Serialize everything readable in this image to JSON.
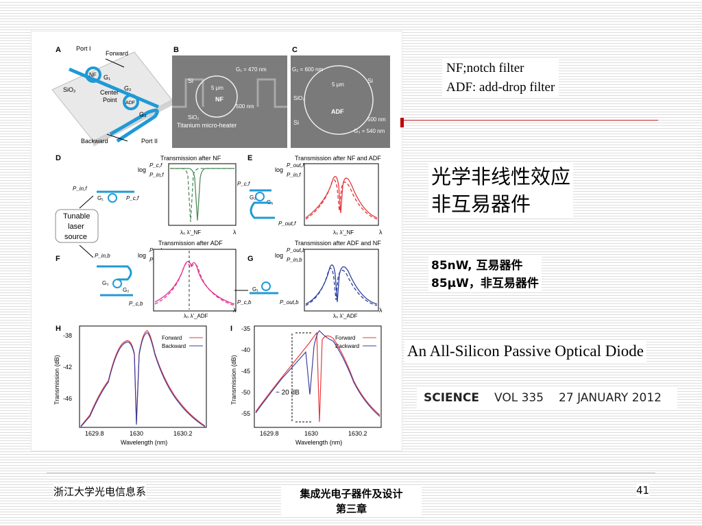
{
  "notes": {
    "line1": "NF;notch filter",
    "line2": "ADF: add-drop filter"
  },
  "heading": {
    "line1": "光学非线性效应",
    "line2": "非互易器件"
  },
  "facts": {
    "line1": "85nW, 互易器件",
    "line2": "85μW，非互易器件"
  },
  "paper": {
    "title": "An All-Silicon Passive Optical Diode",
    "journal": "SCIENCE",
    "volume": "VOL 335",
    "date": "27 JANUARY 2012"
  },
  "footer": {
    "left": "浙江大学光电信息系",
    "center1": "集成光电子器件及设计",
    "center2": "第三章",
    "page": "41"
  },
  "figure": {
    "A": {
      "panel": "A",
      "port1": "Port I",
      "port2": "Port II",
      "forward": "Forward",
      "backward": "Backward",
      "sio2": "SiO₂",
      "center1": "Center",
      "center2": "Point",
      "nf": "NF",
      "adf": "ADF",
      "g1": "G₁",
      "g2": "G₂",
      "g3": "G₃"
    },
    "B": {
      "panel": "B",
      "si": "Si",
      "g1": "G₁ = 470 nm",
      "um": "5 μm",
      "nf": "NF",
      "nm": "500 nm",
      "sio2": "SiO₂",
      "heater": "Titanium micro-heater"
    },
    "C": {
      "panel": "C",
      "g2": "G₂ = 600 nm",
      "si": "Si",
      "um": "5 μm",
      "sio2": "SiO₂",
      "adf": "ADF",
      "nm": "500 nm",
      "g3": "G₃ = 540 nm"
    },
    "D": {
      "panel": "D",
      "title": "Transmission after NF",
      "log": "log",
      "num": "P_c,f",
      "den": "P_in,f",
      "pin": "P_in,f",
      "pc": "P_c,f",
      "g1": "G₁",
      "lam": "λ",
      "l0": "λ₀ λ'_NF"
    },
    "E": {
      "panel": "E",
      "title": "Transmission after NF and ADF",
      "log": "log",
      "num": "P_out,f",
      "den": "P_in,f",
      "pc": "P_c,f",
      "g2": "G₂",
      "g3": "G₃",
      "pout": "P_out,f",
      "lam": "λ",
      "l0": "λ₀ λ'_NF"
    },
    "F": {
      "panel": "F",
      "title": "Transmission after ADF",
      "log": "log",
      "num": "P_c,b",
      "den": "P_in,b",
      "pin": "P_in,b",
      "g3": "G₃",
      "g2": "G₂",
      "pc": "P_c,b",
      "lam": "λ",
      "l0": "λ₀ λ'_ADF"
    },
    "G": {
      "panel": "G",
      "title": "Transmission after ADF and NF",
      "log": "log",
      "num": "P_out,b",
      "den": "P_in,b",
      "g1": "G₁",
      "pc": "P_c,b",
      "pout": "P_out,b",
      "lam": "λ",
      "l0": "λ₀ λ'_ADF"
    },
    "laser": {
      "l1": "Tunable",
      "l2": "laser",
      "l3": "source"
    },
    "H": {
      "panel": "H",
      "ylabel": "Transmission (dB)",
      "xlabel": "Wavelength (nm)",
      "yticks": [
        "-38",
        "-42",
        "-46"
      ],
      "xticks": [
        "1629.8",
        "1630",
        "1630.2"
      ],
      "legend_forward": "Forward",
      "legend_backward": "Backward"
    },
    "I": {
      "panel": "I",
      "ylabel": "Transmission (dB)",
      "xlabel": "Wavelength (nm)",
      "yticks": [
        "-35",
        "-40",
        "-45",
        "-50",
        "-55"
      ],
      "xticks": [
        "1629.8",
        "1630",
        "1630.2"
      ],
      "legend_forward": "Forward",
      "legend_backward": "Backward",
      "annotation": "~ 20 dB"
    },
    "colors": {
      "forward": "#e8383d",
      "backward": "#3a3f9a",
      "waveguide": "#1f9ad6",
      "nf_curve": "#4f8a5b",
      "e_curve": "#e5323a",
      "f_curve": "#e0338e",
      "g_curve": "#2d3f9e"
    }
  }
}
